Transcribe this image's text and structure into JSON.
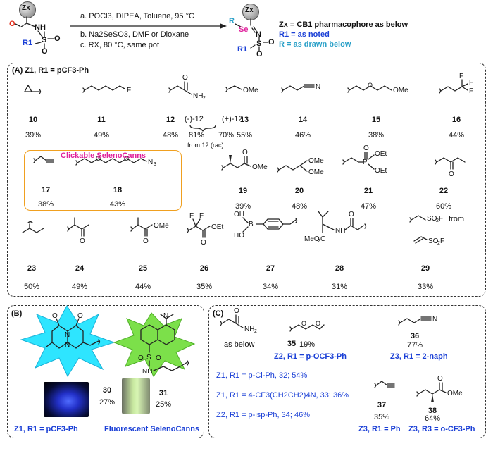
{
  "scheme": {
    "reactant_core": "Zx",
    "nh": "NH",
    "s": "S",
    "o": "O",
    "r1": "R1",
    "product_core": "Zx",
    "product_r": "R",
    "se": "Se",
    "n": "N",
    "step_a": "a. POCl3, DIPEA, Toluene, 95 °C",
    "step_b": "b. Na2SeSO3, DMF or Dioxane",
    "step_c": "c. RX, 80 °C, same pot",
    "legend_zx": "Zx = CB1 pharmacophore as below",
    "legend_r1": "R1 = as noted",
    "legend_r": "R = as drawn below"
  },
  "panel_a": {
    "header": "(A)  Z1, R1 = pCF3-Ph",
    "clickable_title": "Clickable SelenoCanns",
    "rows": [
      {
        "num": "10",
        "yield": "39%"
      },
      {
        "num": "11",
        "yield": "49%"
      },
      {
        "num": "12",
        "yield": "48%"
      },
      {
        "num": "13",
        "yield": "55%"
      },
      {
        "num": "14",
        "yield": "46%"
      },
      {
        "num": "15",
        "yield": "38%"
      },
      {
        "num": "16",
        "yield": "44%"
      },
      {
        "num": "17",
        "yield": "38%"
      },
      {
        "num": "18",
        "yield": "43%"
      },
      {
        "num": "19",
        "yield": "39%"
      },
      {
        "num": "20",
        "yield": "48%"
      },
      {
        "num": "21",
        "yield": "47%"
      },
      {
        "num": "22",
        "yield": "60%"
      },
      {
        "num": "23",
        "yield": "50%"
      },
      {
        "num": "24",
        "yield": "49%"
      },
      {
        "num": "25",
        "yield": "44%"
      },
      {
        "num": "26",
        "yield": "35%"
      },
      {
        "num": "27",
        "yield": "34%"
      },
      {
        "num": "28",
        "yield": "31%"
      },
      {
        "num": "29",
        "yield": "33%"
      }
    ],
    "enantiomers": {
      "minus": "(-)-12",
      "plus": "(+)-12",
      "minus_yield": "81%",
      "plus_yield": "70%",
      "note": "from 12 (rac)"
    },
    "labels": {
      "f": "F",
      "ome": "OMe",
      "n": "N",
      "nh2": "NH2",
      "o": "O",
      "n3": "N3",
      "oet": "OEt",
      "p": "P",
      "b": "B",
      "ho": "HO",
      "meo2c": "MeO2C",
      "nh": "NH",
      "so2f": "SO2F",
      "from": "from",
      "f3": "F"
    }
  },
  "panel_b": {
    "header": "(B)",
    "n30": "30",
    "y30": "27%",
    "n31": "31",
    "y31": "25%",
    "z_label": "Z1, R1 = pCF3-Ph",
    "fluor_title": "Fluorescent SelenoCanns"
  },
  "panel_c": {
    "header": "(C)",
    "as_below": "as below",
    "n35": "35",
    "y35": "19%",
    "l35": "Z2, R1 = p-OCF3-Ph",
    "n36": "36",
    "y36": "77%",
    "l36": "Z3, R1 = 2-naph",
    "n37": "37",
    "y37": "35%",
    "l37": "Z3, R1 = Ph",
    "n38": "38",
    "y38": "64%",
    "l38": "Z3, R3 = o-CF3-Ph",
    "line32": "Z1, R1 = p-Cl-Ph, 32; 54%",
    "line33": "Z1, R1 = 4-CF3(CH2CH2)4N, 33; 36%",
    "line34": "Z2, R1 = p-isp-Ph, 34; 46%"
  },
  "colors": {
    "blue": "#1a3fd6",
    "cyan": "#2aa0c8",
    "magenta": "#e0219c",
    "orange": "#f0a020",
    "red_o": "#e0301e"
  }
}
